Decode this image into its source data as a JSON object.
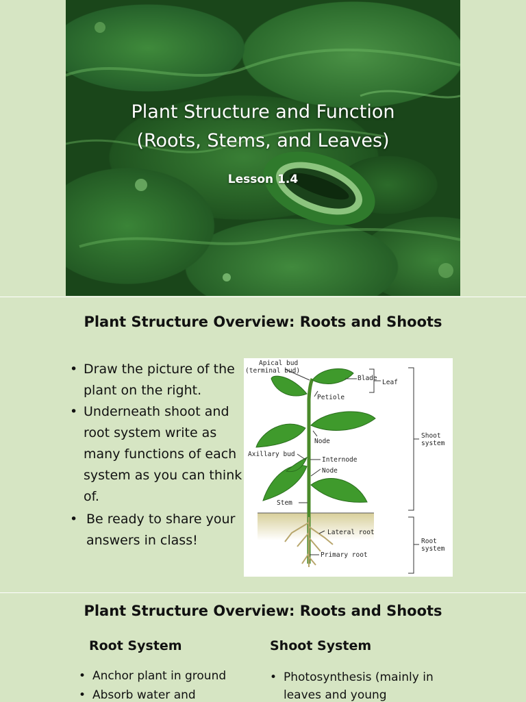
{
  "slide1": {
    "title_line1": "Plant Structure and Function",
    "title_line2": "(Roots, Stems, and Leaves)",
    "subtitle": "Lesson 1.4"
  },
  "slide2": {
    "title": "Plant Structure Overview: Roots and Shoots",
    "bullets": [
      "Draw the picture of the plant on the right.",
      "Underneath shoot and root system write as many functions of each system as you can think of.",
      "Be ready to share your answers in class!"
    ],
    "diagram_labels": {
      "apical_bud": "Apical bud",
      "terminal_bud": "(terminal bud)",
      "blade": "Blade",
      "leaf": "Leaf",
      "petiole": "Petiole",
      "node_upper": "Node",
      "axillary_bud": "Axillary bud",
      "internode": "Internode",
      "node_lower": "Node",
      "stem": "Stem",
      "shoot_system_1": "Shoot",
      "shoot_system_2": "system",
      "lateral_root": "Lateral root",
      "primary_root": "Primary root",
      "root_system_1": "Root",
      "root_system_2": "system"
    }
  },
  "slide3": {
    "title": "Plant Structure Overview: Roots and Shoots",
    "root_heading": "Root System",
    "shoot_heading": "Shoot System",
    "root_items": [
      "Anchor plant in ground",
      "Absorb water and"
    ],
    "shoot_items": [
      "Photosynthesis (mainly in leaves and young"
    ]
  },
  "colors": {
    "slide_background": "#d6e5c3",
    "title_text_on_photo": "#ffffff",
    "leaf_green": "#3f9a2c"
  }
}
